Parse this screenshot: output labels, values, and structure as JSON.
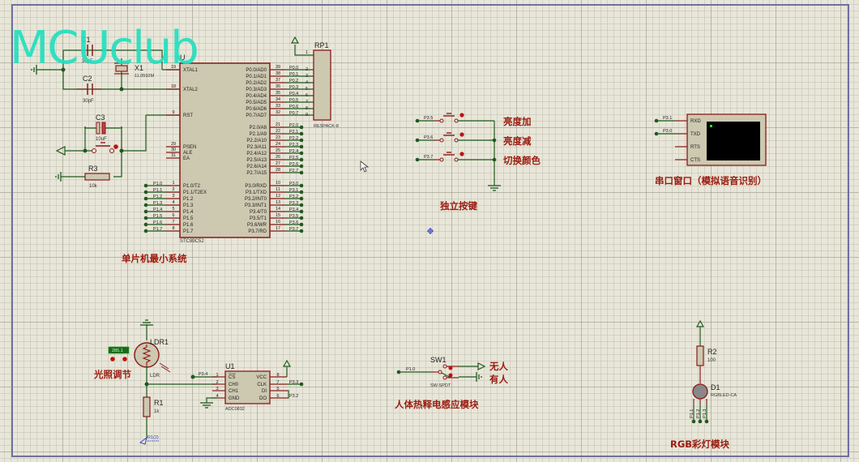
{
  "watermark": "MCUclub",
  "colors": {
    "wire": "#1f5a1f",
    "component": "#8b1a1a",
    "body_fill": "#cdc8b0",
    "label_red": "#9a1b10",
    "watermark": "#22e0c0",
    "sheet_border": "#7070a0",
    "probe_blue": "#3040c0"
  },
  "mcu": {
    "ref": "U",
    "part": "STC89C52",
    "left_pins": [
      {
        "num": "19",
        "name": "XTAL1"
      },
      {
        "num": "18",
        "name": "XTAL2"
      },
      {
        "num": "9",
        "name": "RST"
      },
      {
        "num": "29",
        "name": "PSEN"
      },
      {
        "num": "30",
        "name": "ALE"
      },
      {
        "num": "31",
        "name": "EA"
      },
      {
        "num": "1",
        "name": "P1.0/T2",
        "net": "P1.0"
      },
      {
        "num": "2",
        "name": "P1.1/T2EX",
        "net": "P1.1"
      },
      {
        "num": "3",
        "name": "P1.2",
        "net": "P1.2"
      },
      {
        "num": "4",
        "name": "P1.3",
        "net": "P1.3"
      },
      {
        "num": "5",
        "name": "P1.4",
        "net": "P1.4"
      },
      {
        "num": "6",
        "name": "P1.5",
        "net": "P1.5"
      },
      {
        "num": "7",
        "name": "P1.6",
        "net": "P1.6"
      },
      {
        "num": "8",
        "name": "P1.7",
        "net": "P1.7"
      }
    ],
    "p0_pins": [
      {
        "num": "39",
        "name": "P0.0/AD0",
        "net": "P0.0"
      },
      {
        "num": "38",
        "name": "P0.1/AD1",
        "net": "P0.1"
      },
      {
        "num": "37",
        "name": "P0.2/AD2",
        "net": "P0.2"
      },
      {
        "num": "36",
        "name": "P0.3/AD3",
        "net": "P0.3"
      },
      {
        "num": "35",
        "name": "P0.4/AD4",
        "net": "P0.4"
      },
      {
        "num": "34",
        "name": "P0.5/AD5",
        "net": "P0.5"
      },
      {
        "num": "33",
        "name": "P0.6/AD6",
        "net": "P0.6"
      },
      {
        "num": "32",
        "name": "P0.7/AD7",
        "net": "P0.7"
      }
    ],
    "p2_pins": [
      {
        "num": "21",
        "name": "P2.0/A8",
        "net": "P2.0"
      },
      {
        "num": "22",
        "name": "P2.1/A9",
        "net": "P2.1"
      },
      {
        "num": "23",
        "name": "P2.2/A10",
        "net": "P2.2"
      },
      {
        "num": "24",
        "name": "P2.3/A11",
        "net": "P2.3"
      },
      {
        "num": "25",
        "name": "P2.4/A12",
        "net": "P2.4"
      },
      {
        "num": "26",
        "name": "P2.5/A13",
        "net": "P2.5"
      },
      {
        "num": "27",
        "name": "P2.6/A14",
        "net": "P2.6"
      },
      {
        "num": "28",
        "name": "P2.7/A15",
        "net": "P2.7"
      }
    ],
    "p3_pins": [
      {
        "num": "10",
        "name": "P3.0/RXD",
        "net": "P3.0"
      },
      {
        "num": "11",
        "name": "P3.1/TXD",
        "net": "P3.1"
      },
      {
        "num": "12",
        "name": "P3.2/INT0",
        "net": "P3.2"
      },
      {
        "num": "13",
        "name": "P3.3/INT1",
        "net": "P3.3"
      },
      {
        "num": "14",
        "name": "P3.4/T0",
        "net": "P3.4"
      },
      {
        "num": "15",
        "name": "P3.5/T1",
        "net": "P3.5"
      },
      {
        "num": "16",
        "name": "P3.6/WR",
        "net": "P3.6"
      },
      {
        "num": "17",
        "name": "P3.7/RD",
        "net": "P3.7"
      }
    ]
  },
  "rp1": {
    "ref": "RP1",
    "part": "RESPACK-8",
    "pins": [
      "1",
      "2",
      "3",
      "4",
      "5",
      "6",
      "7",
      "8",
      "9"
    ]
  },
  "c1": {
    "ref": "C1",
    "value": "30pF"
  },
  "c2": {
    "ref": "C2",
    "value": "30pF"
  },
  "c3": {
    "ref": "C3",
    "value": "10uF"
  },
  "x1": {
    "ref": "X1",
    "value": "11.0592M"
  },
  "r3": {
    "ref": "R3",
    "value": "10k"
  },
  "sections": {
    "mcu_min": "单片机最小系统",
    "buttons": "独立按键",
    "serial": "串口窗口（模拟语音识别）",
    "light": "光照调节",
    "pir": "人体热释电感应模块",
    "rgb": "RGB彩灯模块"
  },
  "buttons": [
    {
      "net": "P3.5",
      "label": "亮度加"
    },
    {
      "net": "P3.6",
      "label": "亮度减"
    },
    {
      "net": "P3.7",
      "label": "切换颜色"
    }
  ],
  "terminal": {
    "pins": [
      "RXD",
      "TXD",
      "RTS",
      "CTS"
    ],
    "nets": [
      "P3.1",
      "P3.0"
    ]
  },
  "ldr": {
    "ref": "LDR1",
    "part": "LDR",
    "reading": "285.1"
  },
  "r1": {
    "ref": "R1",
    "value": "1k",
    "probe": "R1(2)"
  },
  "adc": {
    "ref": "U1",
    "part": "ADC0832",
    "left_pins": [
      {
        "num": "1",
        "name": "CS"
      },
      {
        "num": "2",
        "name": "CH0"
      },
      {
        "num": "3",
        "name": "CH1"
      },
      {
        "num": "4",
        "name": "GND"
      }
    ],
    "right_pins": [
      {
        "num": "8",
        "name": "VCC"
      },
      {
        "num": "7",
        "name": "CLK"
      },
      {
        "num": "5",
        "name": "DI"
      },
      {
        "num": "6",
        "name": "DO"
      }
    ],
    "nets": {
      "cs": "P3.4",
      "clk": "P3.3",
      "dio": "P3.2"
    }
  },
  "sw1": {
    "ref": "SW1",
    "part": "SW-SPDT",
    "net": "P1.0",
    "opt_on": "无人",
    "opt_off": "有人"
  },
  "r2": {
    "ref": "R2",
    "value": "100"
  },
  "d1": {
    "ref": "D1",
    "part": "RGBLED-CA",
    "nets": [
      "P1.1",
      "P1.2",
      "P1.3"
    ]
  }
}
